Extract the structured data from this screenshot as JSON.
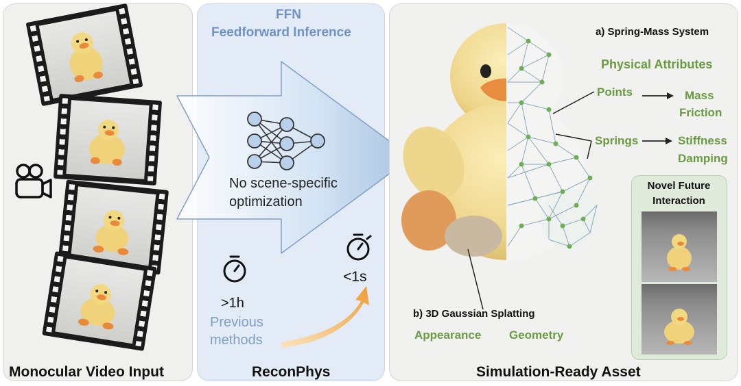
{
  "panel_input": {
    "caption": "Monocular Video Input",
    "icon": "video-camera-icon"
  },
  "panel_ffn": {
    "title_line1": "FFN",
    "title_line2": "Feedforward Inference",
    "arrow_text_line1": "No scene-specific",
    "arrow_text_line2": "optimization",
    "prev_time": ">1h",
    "prev_label_line1": "Previous",
    "prev_label_line2": "methods",
    "new_time": "<1s",
    "caption": "ReconPhys"
  },
  "panel_asset": {
    "caption": "Simulation-Ready Asset",
    "spring_mass_title": "a) Spring-Mass System",
    "physical_attributes": "Physical Attributes",
    "points_label": "Points",
    "points_attr1": "Mass",
    "points_attr2": "Friction",
    "springs_label": "Springs",
    "springs_attr1": "Stiffness",
    "springs_attr2": "Damping",
    "gaussian_title": "b) 3D Gaussian Splatting",
    "appearance_label": "Appearance",
    "geometry_label": "Geometry",
    "novel_line1": "Novel Future",
    "novel_line2": "Interaction"
  },
  "colors": {
    "green": "#6a9a42",
    "blue": "#6f93c5",
    "dark": "#111111",
    "orange_arrow": "#f0a64a"
  }
}
